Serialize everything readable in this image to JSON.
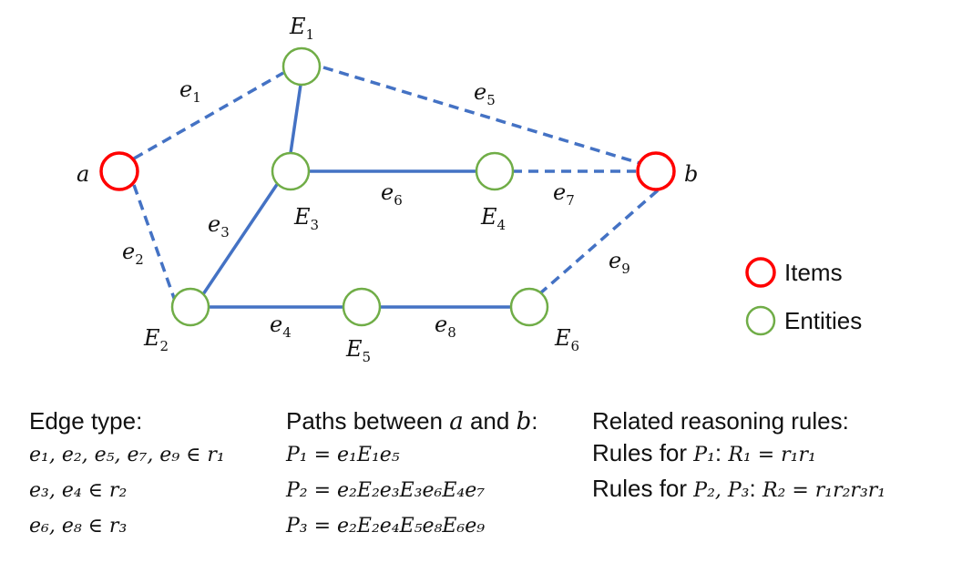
{
  "colors": {
    "edge": "#4472C4",
    "entity": "#70AD47",
    "item": "#FF0000"
  },
  "nodes": {
    "a": "a",
    "b": "b",
    "E1": {
      "base": "E",
      "sub": "1"
    },
    "E2": {
      "base": "E",
      "sub": "2"
    },
    "E3": {
      "base": "E",
      "sub": "3"
    },
    "E4": {
      "base": "E",
      "sub": "4"
    },
    "E5": {
      "base": "E",
      "sub": "5"
    },
    "E6": {
      "base": "E",
      "sub": "6"
    }
  },
  "edges": {
    "e1": {
      "base": "e",
      "sub": "1",
      "style": "dashed"
    },
    "e2": {
      "base": "e",
      "sub": "2",
      "style": "dashed"
    },
    "e3": {
      "base": "e",
      "sub": "3",
      "style": "solid"
    },
    "e4": {
      "base": "e",
      "sub": "4",
      "style": "solid"
    },
    "e5": {
      "base": "e",
      "sub": "5",
      "style": "dashed"
    },
    "e6": {
      "base": "e",
      "sub": "6",
      "style": "solid"
    },
    "e7": {
      "base": "e",
      "sub": "7",
      "style": "dashed"
    },
    "e8": {
      "base": "e",
      "sub": "8",
      "style": "solid"
    },
    "e9": {
      "base": "e",
      "sub": "9",
      "style": "dashed"
    }
  },
  "legend": {
    "items": "Items",
    "entities": "Entities"
  },
  "edge_type": {
    "heading": "Edge type:",
    "r1": "e₁, e₂, e₅, e₇, e₉ ∈ r₁",
    "r2": "e₃, e₄ ∈ r₂",
    "r3": "e₆, e₈ ∈ r₃"
  },
  "paths": {
    "heading_pre": "Paths between ",
    "heading_a": "a",
    "heading_mid": " and ",
    "heading_b": "b",
    "heading_post": ":",
    "p1": "P₁ = e₁E₁e₅",
    "p2": "P₂ = e₂E₂e₃E₃e₆E₄e₇",
    "p3": "P₃ = e₂E₂e₄E₅e₈E₆e₉"
  },
  "rules": {
    "heading": "Related reasoning rules:",
    "r1_prefix": "Rules for ",
    "r1_target": "P₁",
    "r1_sep": ": ",
    "r1_formula": "R₁ = r₁r₁",
    "r2_prefix": "Rules for ",
    "r2_target": "P₂, P₃",
    "r2_sep": ": ",
    "r2_formula": "R₂ = r₁r₂r₃r₁"
  }
}
